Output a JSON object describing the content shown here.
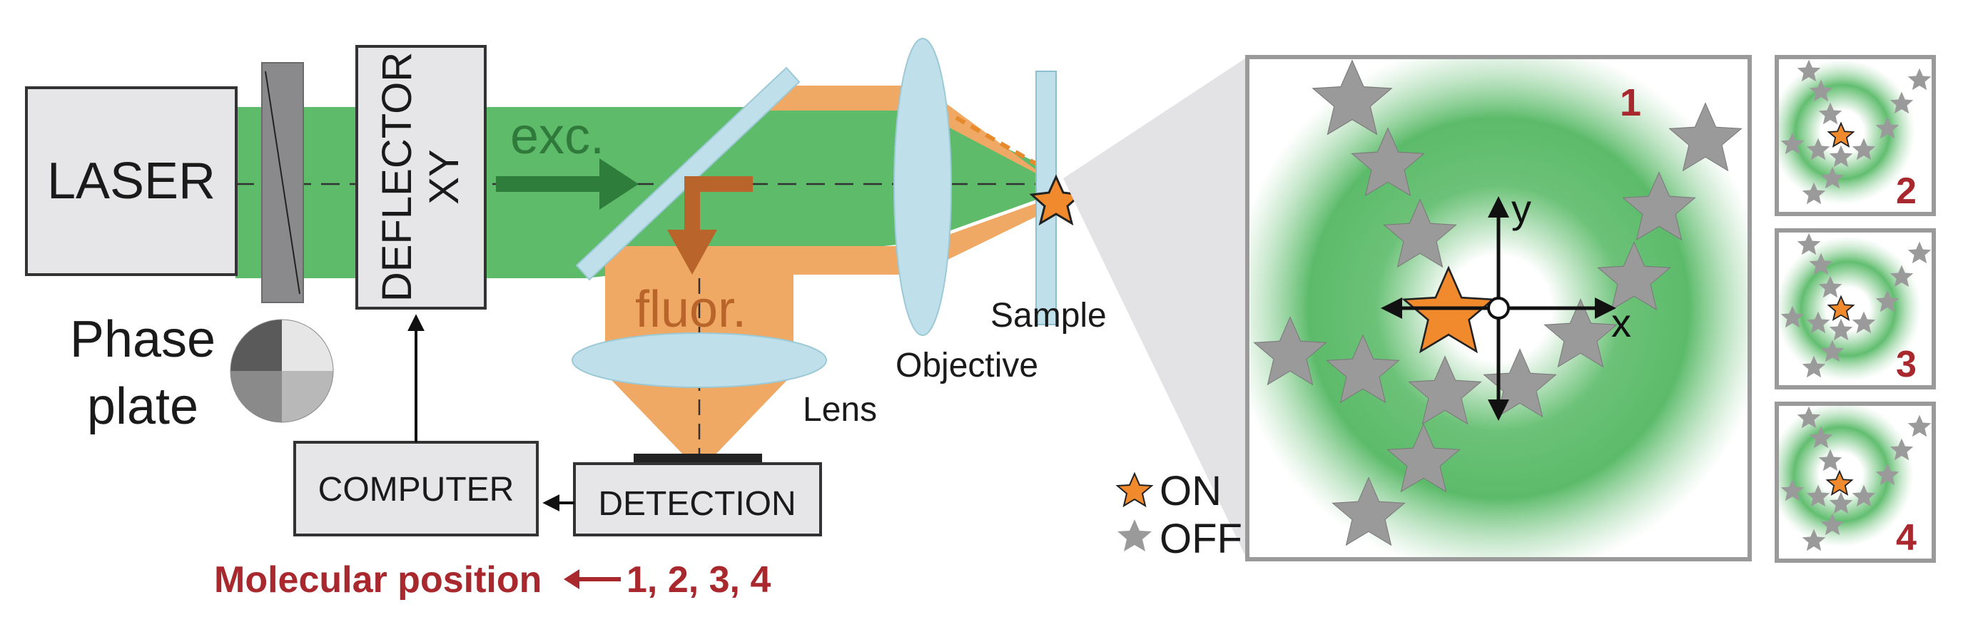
{
  "labels": {
    "laser": "LASER",
    "deflector_line1": "DEFLECTOR",
    "deflector_line2": "XY",
    "phase_line1": "Phase",
    "phase_line2": "plate",
    "computer": "COMPUTER",
    "detection": "DETECTION",
    "exc": "exc.",
    "fluor": "fluor.",
    "objective": "Objective",
    "sample": "Sample",
    "lens": "Lens",
    "molecular_position": "Molecular position",
    "positions": "1, 2, 3, 4",
    "axis_x": "x",
    "axis_y": "y",
    "legend_on": "ON",
    "legend_off": "OFF"
  },
  "panels": [
    "1",
    "2",
    "3",
    "4"
  ],
  "colors": {
    "beam_green": "#5dbb6a",
    "fluor_orange": "#efa964",
    "star_on": "#f18a2c",
    "star_off": "#9a9a9a",
    "panel_red": "#a8282e",
    "box_fill": "#e6e6e8",
    "lens_blue": "#bfe0ea"
  }
}
